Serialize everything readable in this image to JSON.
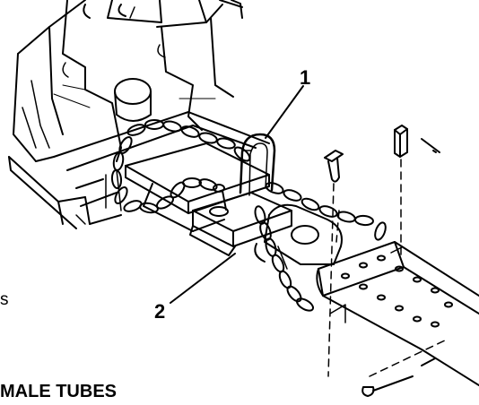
{
  "callouts": {
    "one": "1",
    "two": "2"
  },
  "fragments": {
    "s_letter": "s",
    "caption": "MALE TUBES"
  }
}
